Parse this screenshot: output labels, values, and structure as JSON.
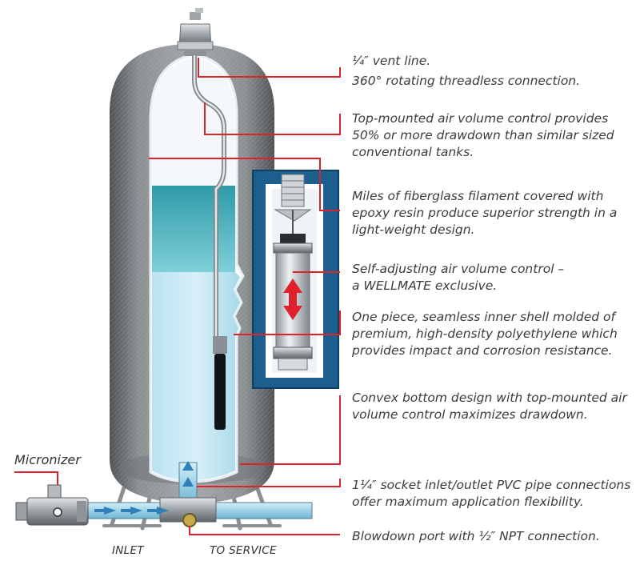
{
  "callouts": [
    {
      "lines": [
        "¼″ vent line.",
        "360° rotating threadless connection."
      ]
    },
    {
      "lines": [
        "Top-mounted air volume control provides",
        "50% or more drawdown than similar sized",
        "conventional tanks."
      ]
    },
    {
      "lines": [
        "Miles of fiberglass filament covered with",
        "epoxy resin produce superior strength in a",
        "light-weight design."
      ]
    },
    {
      "lines": [
        "Self-adjusting air volume control –",
        "a WELLMATE exclusive."
      ]
    },
    {
      "lines": [
        "One piece, seamless inner shell molded of",
        "premium, high-density polyethylene which",
        "provides impact and corrosion resistance."
      ]
    },
    {
      "lines": [
        "Convex bottom design with top-mounted air",
        "volume control maximizes drawdown."
      ]
    },
    {
      "lines": [
        "1¼″ socket inlet/outlet PVC pipe connections",
        "offer maximum application flexibility."
      ]
    },
    {
      "lines": [
        "Blowdown port with ½″ NPT connection."
      ]
    }
  ],
  "labels": {
    "micronizer": "Micronizer",
    "inlet": "INLET",
    "to_service": "TO SERVICE"
  },
  "colors": {
    "leader": "#e0202a",
    "tank_shell": "#7d8184",
    "water": "#9fd4e6",
    "air_band": "#4fb8c4",
    "inset_bg": "#1c5e8e",
    "pipe": "#a8d8ea",
    "flow_arrow": "#2f7fb8",
    "valve_arrow": "#e0202a"
  }
}
